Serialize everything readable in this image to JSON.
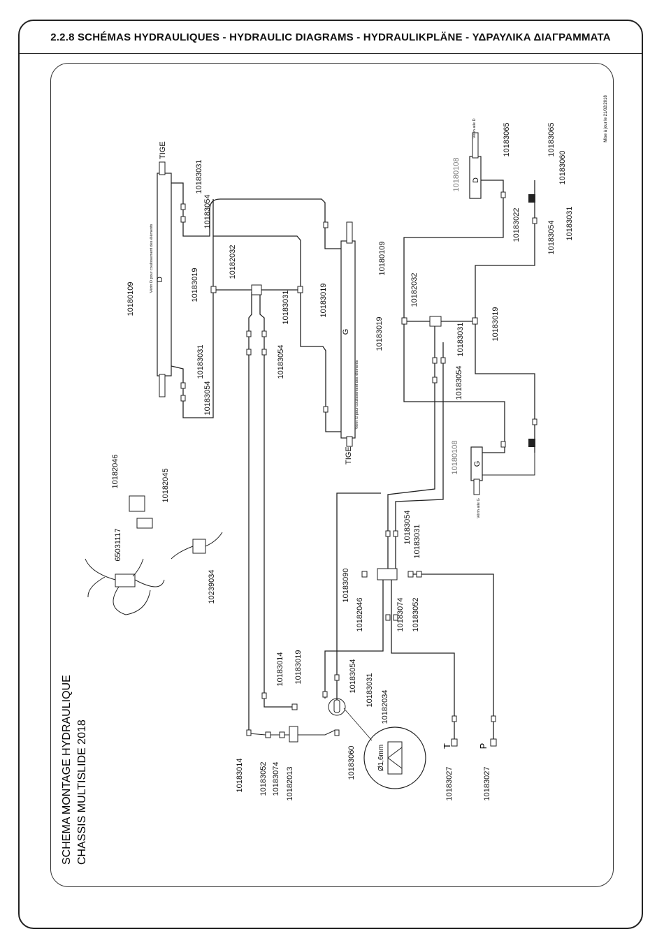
{
  "header": {
    "title": "2.2.8 SCHÉMAS HYDRAULIQUES - HYDRAULIC DIAGRAMS - HYDRAULIKPLÄNE - ΥΔΡΑΥΛΙΚΑ ΔΙΑΓΡΑΜΜΑΤΑ"
  },
  "drawing": {
    "title_line1": "SCHEMA MONTAGE HYDRAULIQUE",
    "title_line2": "CHASSIS MULTISLIDE 2018",
    "update_note": "Mise à jour le 21/02/2018",
    "labels": {
      "tige_d": "TIGE",
      "tige_g": "TIGE",
      "verin_d_caption": "Vérin D pour coulissement des éléments",
      "verin_g_caption": "Vérin G pour coulissement des éléments",
      "verin_d_letter": "D",
      "verin_g_letter": "G",
      "verin_aile_d": "Vérin aile D",
      "verin_aile_g": "Vérin aile G",
      "aile_d_letter": "D",
      "aile_g_letter": "G",
      "port_t": "T",
      "port_p": "P",
      "orifice": "Ø1,6mm"
    },
    "parts": {
      "p_10180109_left": "10180109",
      "p_10180109_right": "10180109",
      "p_10183031_a": "10183031",
      "p_10183054_a": "10183054",
      "p_10183031_b": "10183031",
      "p_10183054_b": "10183054",
      "p_10183019_a": "10183019",
      "p_10182032_a": "10182032",
      "p_10183019_b": "10183019",
      "p_10183031_c": "10183031",
      "p_10183054_c": "10183054",
      "p_10180108_top": "10180108",
      "p_10183065_a": "10183065",
      "p_10183065_b": "10183065",
      "p_10183060_top": "10183060",
      "p_10183022": "10183022",
      "p_10183054_d": "10183054",
      "p_10183031_d": "10183031",
      "p_10182032_b": "10182032",
      "p_10183019_c": "10183019",
      "p_10183019_d": "10183019",
      "p_10183031_e": "10183031",
      "p_10183054_e": "10183054",
      "p_10180108_bottom": "10180108",
      "p_10182046_acc": "10182046",
      "p_10182045": "10182045",
      "p_65031117": "65031117",
      "p_10239034": "10239034",
      "p_10183054_f": "10183054",
      "p_10183031_f": "10183031",
      "p_10183090": "10183090",
      "p_10182046": "10182046",
      "p_10183074_a": "10183074",
      "p_10183052_a": "10183052",
      "p_10183014_a": "10183014",
      "p_10183019_e": "10183019",
      "p_10183054_g": "10183054",
      "p_10183031_g": "10183031",
      "p_10182034": "10182034",
      "p_10183014_b": "10183014",
      "p_10183052_b": "10183052",
      "p_10183074_b": "10183074",
      "p_10182013": "10182013",
      "p_10183060_bottom": "10183060",
      "p_10183027_a": "10183027",
      "p_10183027_b": "10183027"
    }
  }
}
